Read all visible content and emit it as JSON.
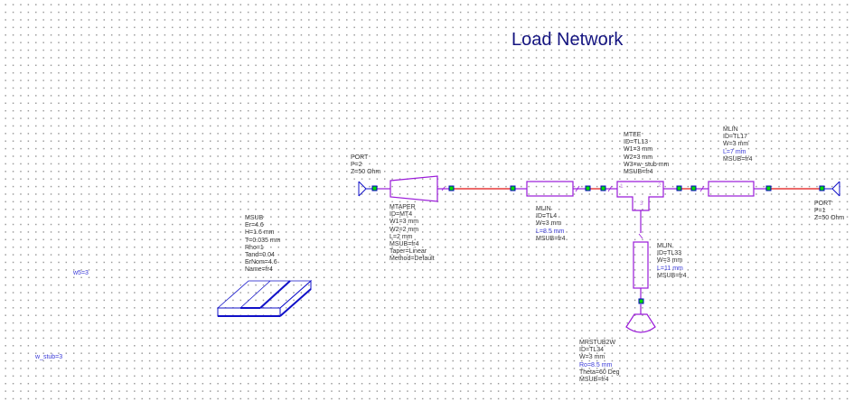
{
  "title": "Load Network",
  "variables": [
    "w5=3",
    "w_stub=3"
  ],
  "colors": {
    "element": "#9a1ad9",
    "wire": "#e01010",
    "port": "#1010c8",
    "node_fill": "#00dd00",
    "node_border": "#0000c0",
    "label": "#333333",
    "param_highlight": "#3a3ad8",
    "title": "#141480"
  },
  "components": {
    "port2": {
      "lines": [
        "PORT",
        "P=2",
        "Z=50 Ohm"
      ]
    },
    "mtaper": {
      "lines": [
        "MTAPER",
        "ID=MT4",
        "W1=3 mm",
        "W2=2 mm",
        "L=2 mm",
        "MSUB=fr4",
        "Taper=Linear",
        "Method=Default"
      ]
    },
    "msub": {
      "lines": [
        "MSUB",
        "Er=4.6",
        "H=1.6 mm",
        "T=0.035 mm",
        "Rho=1",
        "Tand=0.04",
        "ErNom=4.6",
        "Name=fr4"
      ]
    },
    "tl4": {
      "lines": [
        "MLIN",
        "ID=TL4",
        "W=3 mm",
        "L=8.5 mm",
        "MSUB=fr4"
      ],
      "highlight": [
        3
      ]
    },
    "mtee": {
      "lines": [
        "MTEE",
        "ID=TL13",
        "W1=3 mm",
        "W2=3 mm",
        "W3=w_stub mm",
        "MSUB=fr4"
      ],
      "pins": [
        "1",
        "2",
        "3"
      ]
    },
    "tl17": {
      "lines": [
        "MLIN",
        "ID=TL17",
        "W=3 mm",
        "L=7 mm",
        "MSUB=fr4"
      ],
      "highlight": [
        3
      ]
    },
    "port1": {
      "lines": [
        "PORT",
        "P=1",
        "Z=50 Ohm"
      ]
    },
    "tl33": {
      "lines": [
        "MLIN",
        "ID=TL33",
        "W=3 mm",
        "L=11 mm",
        "MSUB=fr4"
      ],
      "highlight": [
        3
      ]
    },
    "tl34": {
      "lines": [
        "MRSTUB2W",
        "ID=TL34",
        "W=3 mm",
        "Ro=8.5 mm",
        "Theta=60 Deg",
        "MSUB=fr4"
      ],
      "highlight": [
        3
      ]
    }
  }
}
